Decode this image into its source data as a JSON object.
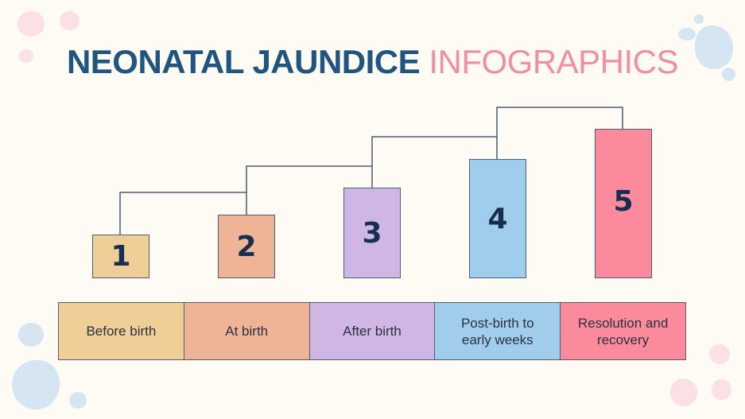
{
  "title": {
    "bold_part": "NEONATAL JAUNDICE",
    "light_part": "INFOGRAPHICS"
  },
  "colors": {
    "background": "#fdfbf3",
    "title_dark": "#1f5580",
    "title_pink": "#f08fa0",
    "number_text": "#162f50",
    "line": "#4e5d70"
  },
  "steps": [
    {
      "number": "1",
      "color": "#efce98",
      "stage": "Before birth"
    },
    {
      "number": "2",
      "color": "#efb396",
      "stage": "At birth"
    },
    {
      "number": "3",
      "color": "#d0b6e5",
      "stage": "After birth"
    },
    {
      "number": "4",
      "color": "#a1cdec",
      "stage": "Post-birth to early weeks"
    },
    {
      "number": "5",
      "color": "#fb8b9c",
      "stage": "Resolution and recovery"
    }
  ]
}
